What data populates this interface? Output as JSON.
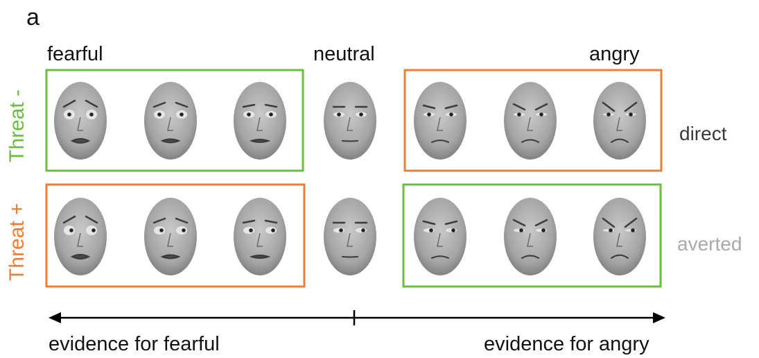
{
  "panel_label": "a",
  "columns": {
    "fearful": "fearful",
    "neutral": "neutral",
    "angry": "angry"
  },
  "rows": {
    "threat_minus": "Threat -",
    "threat_plus": "Threat +",
    "direct": "direct",
    "averted": "averted"
  },
  "axis": {
    "left_label": "evidence for fearful",
    "right_label": "evidence for angry"
  },
  "colors": {
    "threat_minus": "#6dbb43",
    "threat_plus": "#f07d33",
    "direct_text": "#3a3a3a",
    "averted_text": "#a9a9a9"
  },
  "faces": {
    "direct": [
      "fearful-strong",
      "fearful-medium",
      "fearful-weak",
      "neutral",
      "angry-weak",
      "angry-medium",
      "angry-strong"
    ],
    "averted": [
      "fearful-strong",
      "fearful-medium",
      "fearful-weak",
      "neutral",
      "angry-weak",
      "angry-medium",
      "angry-strong"
    ]
  }
}
